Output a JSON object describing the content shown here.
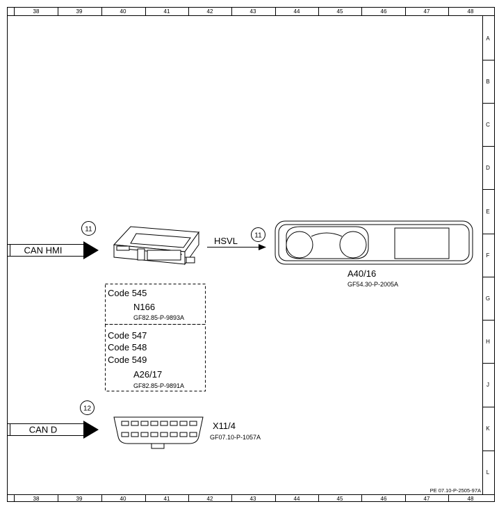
{
  "grid": {
    "columns": [
      "38",
      "39",
      "40",
      "41",
      "42",
      "43",
      "44",
      "45",
      "46",
      "47",
      "48"
    ],
    "rows": [
      "A",
      "B",
      "C",
      "D",
      "E",
      "F",
      "G",
      "H",
      "J",
      "K",
      "L"
    ]
  },
  "doc_ref": "PE 07.10-P-2505-97A",
  "bus_labels": {
    "can_hmi": "CAN HMI",
    "can_d": "CAN D"
  },
  "circles": {
    "c11_left": "11",
    "c11_right": "11",
    "c12": "12"
  },
  "hsvl_label": "HSVL",
  "cluster": {
    "id": "A40/16",
    "ref": "GF54.30-P-2005A"
  },
  "option_box_1": {
    "code": "Code 545",
    "id": "N166",
    "ref": "GF82.85-P-9893A"
  },
  "option_box_2": {
    "codes": [
      "Code 547",
      "Code 548",
      "Code 549"
    ],
    "id": "A26/17",
    "ref": "GF82.85-P-9891A"
  },
  "connector": {
    "id": "X11/4",
    "ref": "GF07.10-P-1057A"
  }
}
